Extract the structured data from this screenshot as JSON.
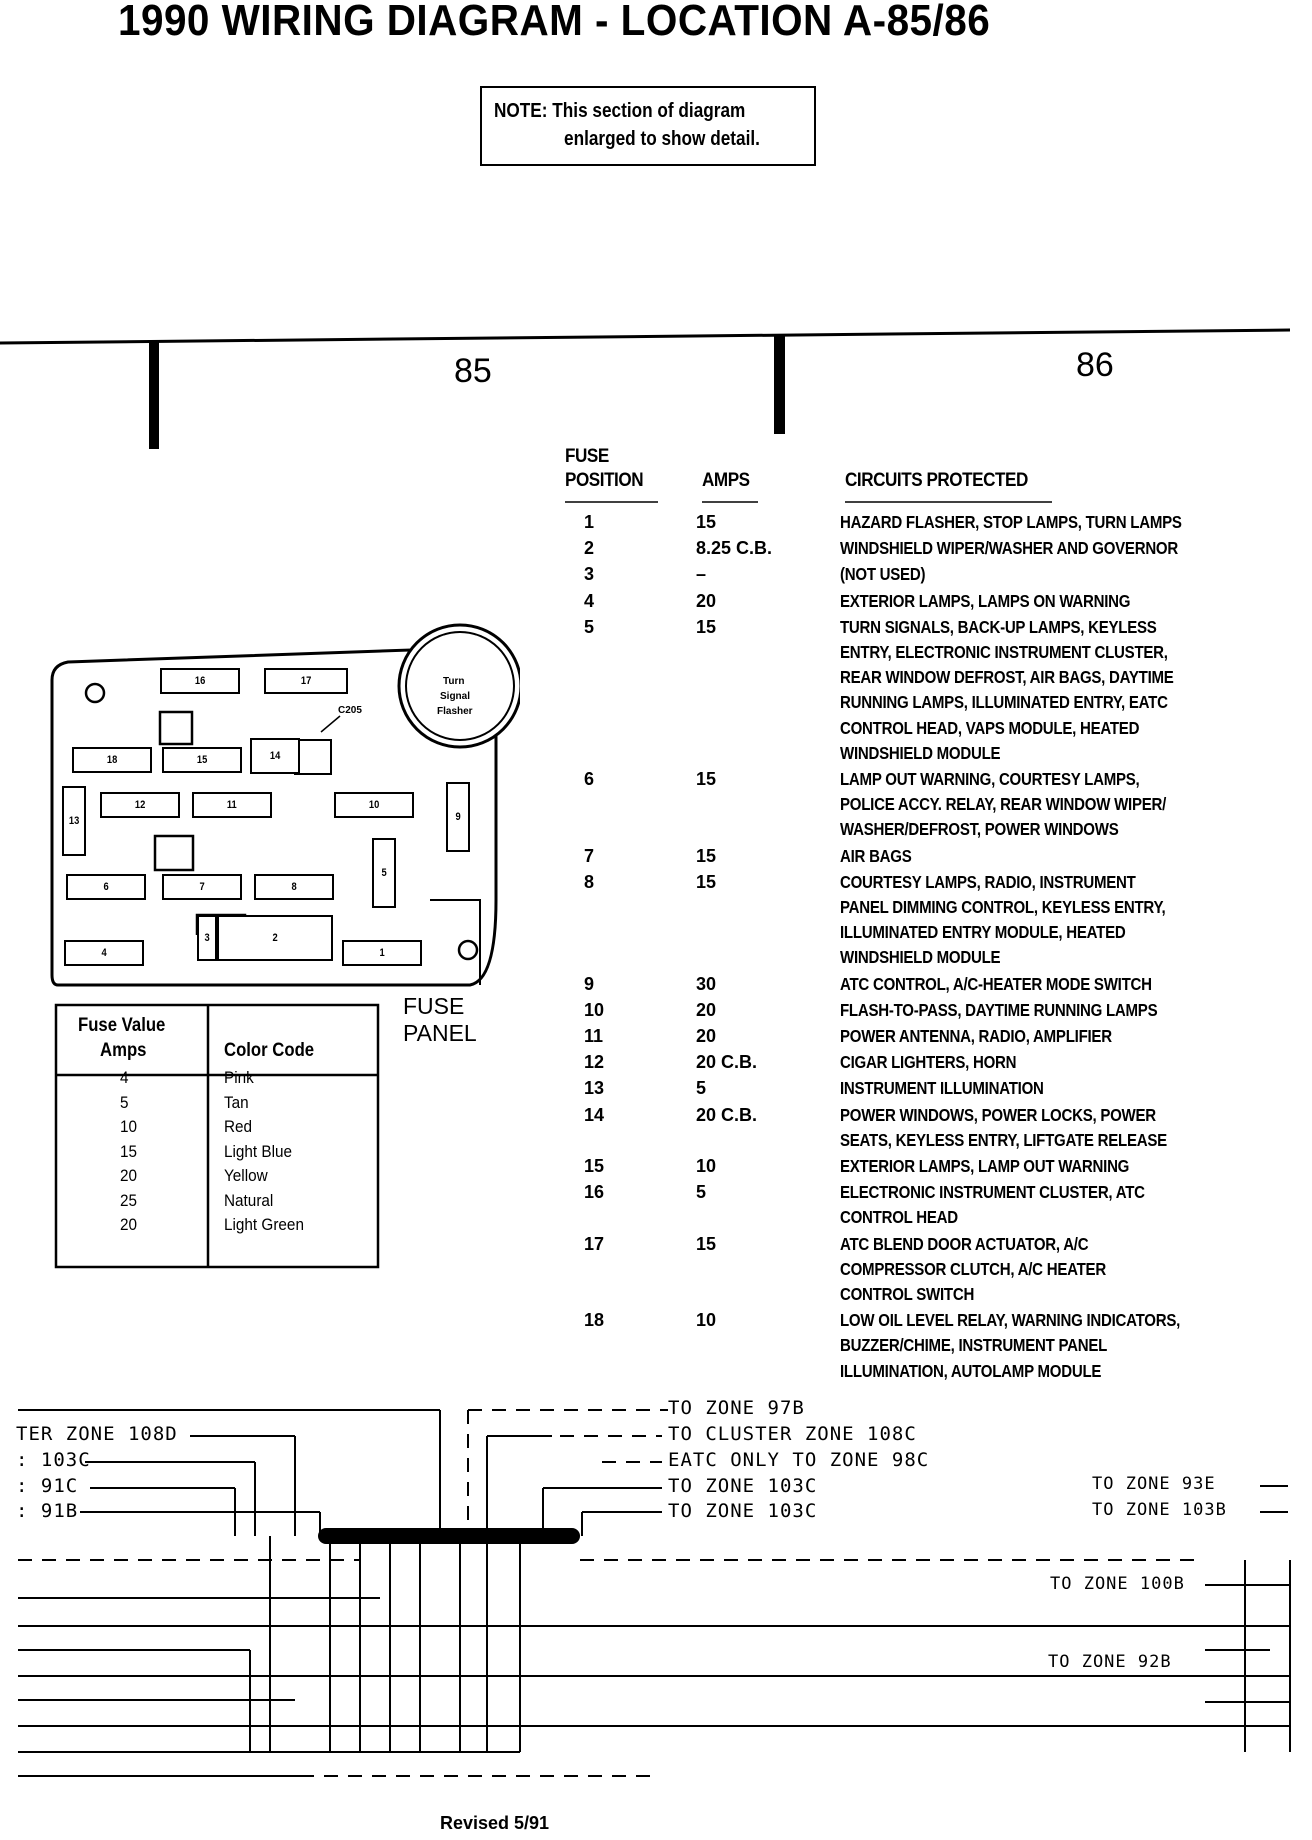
{
  "title": "1990 WIRING  DIAGRAM - LOCATION  A-85/86",
  "note": {
    "line1": "NOTE: This section of diagram",
    "line2": "enlarged to show detail."
  },
  "zones": {
    "left": "85",
    "right": "86"
  },
  "fuse_table": {
    "headers": {
      "position_line1": "FUSE",
      "position_line2": "POSITION",
      "amps": "AMPS",
      "circuits": "CIRCUITS PROTECTED"
    },
    "rows": [
      {
        "pos": "1",
        "amps": "15",
        "lines": [
          "HAZARD FLASHER, STOP LAMPS, TURN LAMPS"
        ]
      },
      {
        "pos": "2",
        "amps": "8.25 C.B.",
        "lines": [
          "WINDSHIELD WIPER/WASHER AND GOVERNOR"
        ]
      },
      {
        "pos": "3",
        "amps": "–",
        "lines": [
          "(NOT USED)"
        ]
      },
      {
        "pos": "4",
        "amps": "20",
        "lines": [
          "EXTERIOR LAMPS, LAMPS ON WARNING"
        ]
      },
      {
        "pos": "5",
        "amps": "15",
        "lines": [
          "TURN SIGNALS, BACK-UP LAMPS, KEYLESS",
          "ENTRY, ELECTRONIC INSTRUMENT CLUSTER,",
          "REAR WINDOW DEFROST, AIR BAGS, DAYTIME",
          "RUNNING LAMPS, ILLUMINATED ENTRY, EATC",
          "CONTROL HEAD, VAPS MODULE, HEATED",
          "WINDSHIELD MODULE"
        ]
      },
      {
        "pos": "6",
        "amps": "15",
        "lines": [
          "LAMP OUT WARNING, COURTESY LAMPS,",
          "POLICE ACCY. RELAY, REAR WINDOW WIPER/",
          "WASHER/DEFROST, POWER WINDOWS"
        ]
      },
      {
        "pos": "7",
        "amps": "15",
        "lines": [
          "AIR BAGS"
        ]
      },
      {
        "pos": "8",
        "amps": "15",
        "lines": [
          "COURTESY LAMPS, RADIO, INSTRUMENT",
          "PANEL DIMMING CONTROL, KEYLESS ENTRY,",
          "ILLUMINATED ENTRY MODULE, HEATED",
          "WINDSHIELD MODULE"
        ]
      },
      {
        "pos": "9",
        "amps": "30",
        "lines": [
          "ATC CONTROL, A/C-HEATER MODE SWITCH"
        ]
      },
      {
        "pos": "10",
        "amps": "20",
        "lines": [
          "FLASH-TO-PASS, DAYTIME RUNNING LAMPS"
        ]
      },
      {
        "pos": "11",
        "amps": "20",
        "lines": [
          "POWER ANTENNA, RADIO, AMPLIFIER"
        ]
      },
      {
        "pos": "12",
        "amps": "20 C.B.",
        "lines": [
          "CIGAR LIGHTERS, HORN"
        ]
      },
      {
        "pos": "13",
        "amps": "5",
        "lines": [
          "INSTRUMENT ILLUMINATION"
        ]
      },
      {
        "pos": "14",
        "amps": "20 C.B.",
        "lines": [
          "POWER WINDOWS, POWER LOCKS, POWER",
          "SEATS, KEYLESS ENTRY, LIFTGATE RELEASE"
        ]
      },
      {
        "pos": "15",
        "amps": "10",
        "lines": [
          "EXTERIOR LAMPS, LAMP OUT WARNING"
        ]
      },
      {
        "pos": "16",
        "amps": "5",
        "lines": [
          "ELECTRONIC INSTRUMENT CLUSTER, ATC",
          "CONTROL HEAD"
        ]
      },
      {
        "pos": "17",
        "amps": "15",
        "lines": [
          "ATC BLEND DOOR ACTUATOR, A/C",
          "COMPRESSOR CLUTCH, A/C HEATER",
          "CONTROL SWITCH"
        ]
      },
      {
        "pos": "18",
        "amps": "10",
        "lines": [
          "LOW OIL LEVEL RELAY, WARNING INDICATORS,",
          "BUZZER/CHIME, INSTRUMENT PANEL",
          "ILLUMINATION, AUTOLAMP MODULE"
        ]
      }
    ]
  },
  "fuse_panel": {
    "label_line1": "FUSE",
    "label_line2": "PANEL",
    "flasher_line1": "Turn",
    "flasher_line2": "Signal",
    "flasher_line3": "Flasher",
    "connector": "C205",
    "fuses": [
      "1",
      "2",
      "3",
      "4",
      "5",
      "6",
      "7",
      "8",
      "9",
      "10",
      "11",
      "12",
      "13",
      "14",
      "15",
      "16",
      "17",
      "18"
    ]
  },
  "color_legend": {
    "header_value_line1": "Fuse Value",
    "header_value_line2": "Amps",
    "header_color": "Color Code",
    "rows": [
      {
        "amps": "4",
        "color": "Pink"
      },
      {
        "amps": "5",
        "color": "Tan"
      },
      {
        "amps": "10",
        "color": "Red"
      },
      {
        "amps": "15",
        "color": "Light Blue"
      },
      {
        "amps": "20",
        "color": "Yellow"
      },
      {
        "amps": "25",
        "color": "Natural"
      },
      {
        "amps": "20",
        "color": "Light Green"
      }
    ]
  },
  "wiring": {
    "left_labels": [
      "TER ZONE 108D",
      ": 103C",
      ": 91C",
      ": 91B"
    ],
    "center_labels": [
      "TO ZONE 97B",
      "TO CLUSTER ZONE 108C",
      "EATC ONLY TO ZONE 98C",
      "TO ZONE 103C",
      "TO ZONE 103C"
    ],
    "right_labels": [
      "TO ZONE 93E",
      "TO ZONE 103B",
      "TO ZONE 100B",
      "TO ZONE 92B"
    ]
  },
  "footer": "Revised 5/91"
}
